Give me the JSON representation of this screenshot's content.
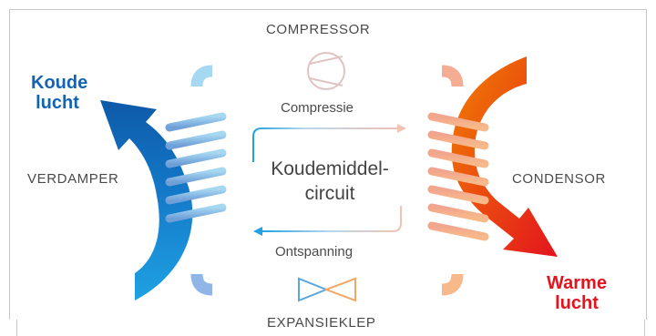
{
  "labels": {
    "compressor": "COMPRESSOR",
    "verdamper": "VERDAMPER",
    "condensor": "CONDENSOR",
    "expansieklep": "EXPANSIEKLEP",
    "compressie": "Compressie",
    "ontspanning": "Ontspanning",
    "circuit_line1": "Koudemiddel-",
    "circuit_line2": "circuit",
    "cold_air_line1": "Koude",
    "cold_air_line2": "lucht",
    "warm_air_line1": "Warme",
    "warm_air_line2": "lucht"
  },
  "colors": {
    "cold_text": "#1464b4",
    "warm_text": "#e3141e",
    "cold_pipe": "#a9d6f0",
    "warm_pipe": "#f6b58a",
    "cold_arrow_dark": "#1060b0",
    "cold_arrow_light": "#1fa2e3",
    "warm_arrow_orange": "#f07d00",
    "warm_arrow_red": "#e3141e"
  }
}
